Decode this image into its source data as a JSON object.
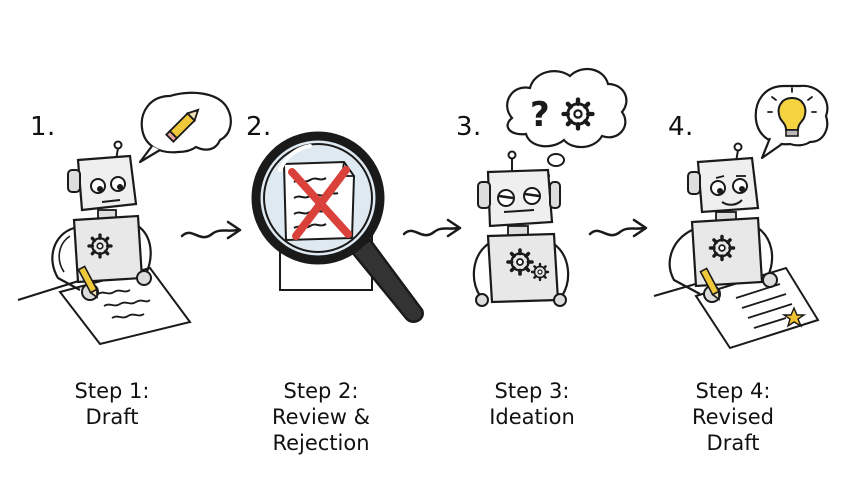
{
  "steps": [
    {
      "number": "1.",
      "caption_line1": "Step 1:",
      "caption_line2": "Draft",
      "caption_line3": ""
    },
    {
      "number": "2.",
      "caption_line1": "Step 2:",
      "caption_line2": "Review &",
      "caption_line3": "Rejection"
    },
    {
      "number": "3.",
      "caption_line1": "Step 3:",
      "caption_line2": "Ideation",
      "caption_line3": ""
    },
    {
      "number": "4.",
      "caption_line1": "Step 4:",
      "caption_line2": "Revised",
      "caption_line3": "Draft"
    }
  ],
  "thought_bubble_text": "?",
  "colors": {
    "ink": "#1a1a1a",
    "reject_red": "#d9413a",
    "star_yellow": "#f2c230",
    "bulb_yellow": "#f5d340",
    "pencil_yellow": "#f0c93a",
    "lens_tint": "#dfe9f2"
  },
  "icons": {
    "step1_bubble": "pencil-icon",
    "step2": "magnifying-glass-icon",
    "step3_bubble": "gear-icon",
    "step4_bubble": "lightbulb-icon"
  }
}
